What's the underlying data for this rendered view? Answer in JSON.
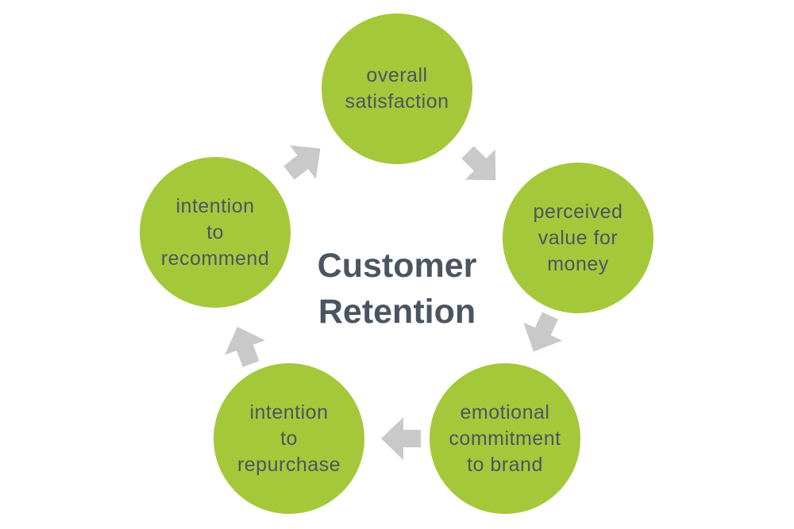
{
  "title": "Customer\nRetention",
  "colors": {
    "node_fill": "#A5C83A",
    "node_text": "#4A5560",
    "title_text": "#4A5560",
    "arrow": "#C9C9C9"
  },
  "nodes": [
    {
      "label": "overall\nsatisfaction"
    },
    {
      "label": "perceived\nvalue for\nmoney"
    },
    {
      "label": "emotional\ncommitment\nto brand"
    },
    {
      "label": "intention\nto\nrepurchase"
    },
    {
      "label": "intention\nto\nrecommend"
    }
  ]
}
